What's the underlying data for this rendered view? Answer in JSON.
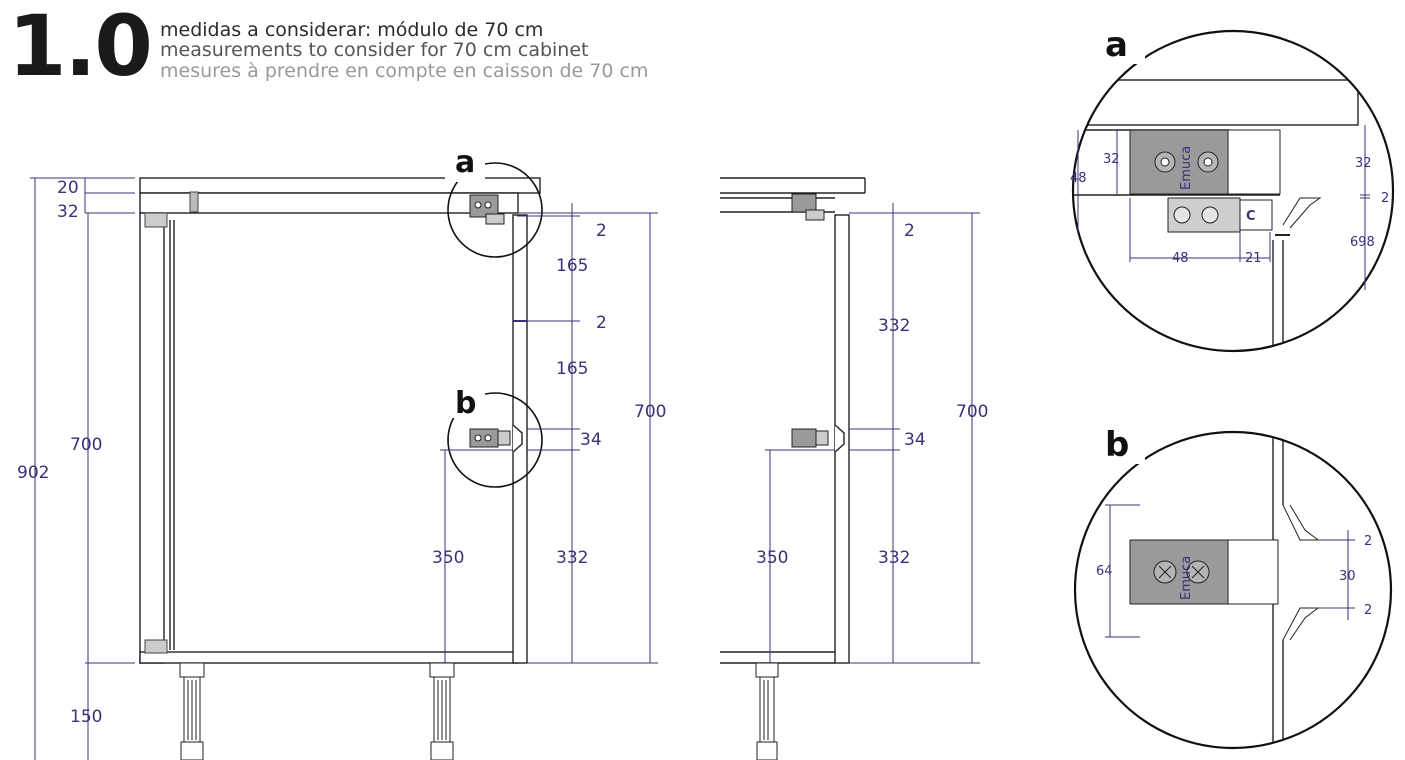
{
  "header": {
    "step_number": "1.0",
    "title_es": "medidas a considerar: módulo de 70 cm",
    "title_en": "measurements to consider for 70 cm cabinet",
    "title_fr": "mesures à prendre en compte en caisson de 70 cm"
  },
  "front_view": {
    "dims": {
      "top_thickness": "20",
      "rail_height": "32",
      "total_height": "902",
      "cabinet_height": "700",
      "leg_height": "150",
      "gap_top": "2",
      "upper_front_1": "165",
      "gap_mid": "2",
      "upper_front_2": "165",
      "door_height": "700",
      "profile_gap": "34",
      "lower_front": "332",
      "profile_from_bottom": "350"
    },
    "callouts": {
      "a": "a",
      "b": "b"
    }
  },
  "side_view": {
    "dims": {
      "gap_top": "2",
      "upper_front": "332",
      "door_height": "700",
      "profile_gap": "34",
      "lower_front": "332",
      "profile_from_bottom": "350"
    }
  },
  "detail_a": {
    "label": "a",
    "brand": "Emuca",
    "profile_letter": "C",
    "dims": {
      "rail_left": "48",
      "rail_inner": "32",
      "rail_right": "32",
      "gap": "2",
      "front_height": "698",
      "bottom_left": "48",
      "bottom_right": "21"
    }
  },
  "detail_b": {
    "label": "b",
    "brand": "Emuca",
    "dims": {
      "clip_height": "64",
      "gap_top": "2",
      "profile_opening": "30",
      "gap_bottom": "2"
    }
  },
  "colors": {
    "dimension": "#3b3178",
    "line": "#222222",
    "hardware": "#8a8a8a"
  }
}
